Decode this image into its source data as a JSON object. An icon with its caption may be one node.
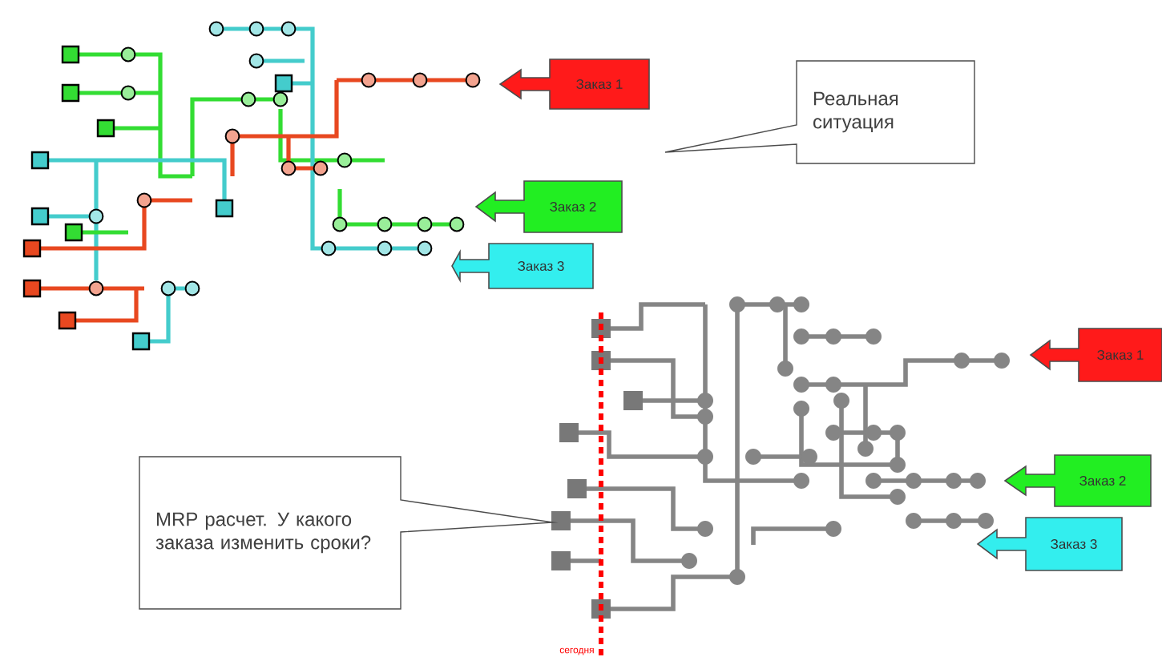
{
  "diagram": {
    "nodes": [
      {
        "text": [
          "Заказ 1"
        ]
      },
      {
        "text": [
          "Заказ 2"
        ]
      },
      {
        "text": [
          "Заказ 3"
        ]
      },
      {
        "text": [
          "Реальная ситуация"
        ]
      },
      {
        "text": [
          "Заказ 1"
        ]
      },
      {
        "text": [
          "Заказ 2"
        ]
      },
      {
        "text": [
          "Заказ 3"
        ]
      },
      {
        "text": [
          "MRP расчет. У какого заказа изменить сроки?"
        ]
      }
    ],
    "labels": [
      "сегодня"
    ]
  }
}
